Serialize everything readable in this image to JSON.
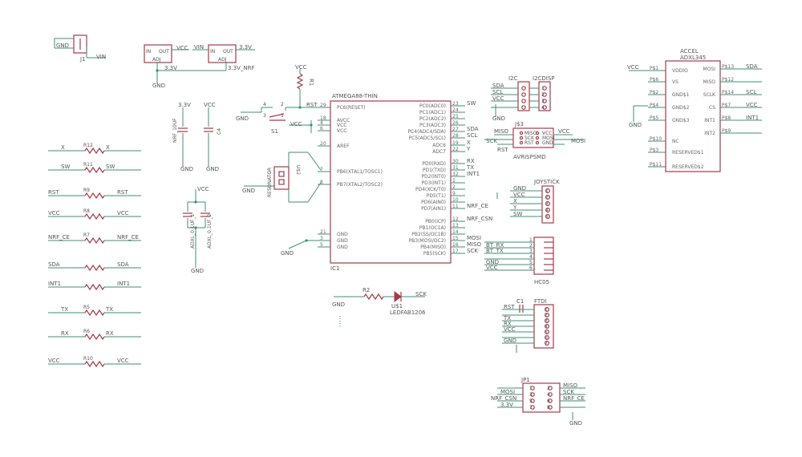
{
  "power": {
    "j1_gnd": "GND",
    "j1_name": "J1",
    "j1_vin": "VIN",
    "reg1_in": "IN",
    "reg1_out": "OUT",
    "reg1_adj": "ADJ",
    "reg1_vin": "VIN",
    "reg1_vcc": "VCC",
    "reg1_33": "3.3V",
    "reg1_gnd": "GND",
    "reg2_in": "IN",
    "reg2_out": "OUT",
    "reg2_adj": "ADJ",
    "reg2_vin": "VIN",
    "reg2_33": "3.3V",
    "reg2_nrf": "3.3V_NRF"
  },
  "caps": {
    "c33": "3.3V",
    "cvcc": "VCC",
    "c1_label": "NRF_10UF",
    "c2_label": "C4",
    "gnd": "GND",
    "adxl_vcc": "VCC",
    "adxl1": "ADXL_0.1UF_1",
    "adxl2": "ADXL_0.1UF_2"
  },
  "resistors": [
    {
      "left": "X",
      "name": "R12",
      "right": "X"
    },
    {
      "left": "SW",
      "name": "R11",
      "right": "SW"
    },
    {
      "left": "RST",
      "name": "R9",
      "right": "RST"
    },
    {
      "left": "VCC",
      "name": "R8",
      "right": "VCC"
    },
    {
      "left": "NRF_CE",
      "name": "R7",
      "right": "NRF_CE"
    },
    {
      "left": "SDA",
      "name": "",
      "right": "SDA"
    },
    {
      "left": "INT1",
      "name": "",
      "right": "INT1"
    },
    {
      "left": "TX",
      "name": "R5",
      "right": "TX"
    },
    {
      "left": "RX",
      "name": "R6",
      "right": "RX"
    },
    {
      "left": "VCC",
      "name": "R10",
      "right": "VCC"
    }
  ],
  "mcu": {
    "name": "ATMEGA88-THIN",
    "ref": "IC1",
    "vcc": "VCC",
    "r1": "R1",
    "rst_net": "RST",
    "s1": "S1",
    "gnd": "GND",
    "vcc_left": "VCC",
    "res_label": "RESONATOR",
    "u1": "U$2",
    "left_pins": [
      {
        "num": "29",
        "name": "PC6(RESET)"
      },
      {
        "num": "18",
        "name": "AVCC"
      },
      {
        "num": "4",
        "name": "VCC"
      },
      {
        "num": "6",
        "name": "VCC"
      },
      {
        "num": "20",
        "name": "AREF"
      },
      {
        "num": "7",
        "name": "PB6(XTAL1/TOSC1)"
      },
      {
        "num": "8",
        "name": "PB7(XTAL2/TOSC2)"
      },
      {
        "num": "21",
        "name": "GND"
      },
      {
        "num": "3",
        "name": "GND"
      },
      {
        "num": "5",
        "name": "GND"
      }
    ],
    "right_pins": [
      {
        "num": "23",
        "name": "PC0(ADC0)",
        "net": "SW"
      },
      {
        "num": "24",
        "name": "PC1(ADC1)",
        "net": ""
      },
      {
        "num": "25",
        "name": "PC2(ADC2)",
        "net": ""
      },
      {
        "num": "26",
        "name": "PC3(ADC3)",
        "net": ""
      },
      {
        "num": "27",
        "name": "PC4(ADC4/SDA)",
        "net": "SDA"
      },
      {
        "num": "28",
        "name": "PC5(ADC5/SCL)",
        "net": "SCL"
      },
      {
        "num": "19",
        "name": "ADC6",
        "net": "X"
      },
      {
        "num": "22",
        "name": "ADC7",
        "net": "Y"
      },
      {
        "num": "30",
        "name": "PD0(RXD)",
        "net": "RX"
      },
      {
        "num": "31",
        "name": "PD1(TXD)",
        "net": "TX"
      },
      {
        "num": "32",
        "name": "PD2(INT0)",
        "net": "INT1"
      },
      {
        "num": "1",
        "name": "PD3(INT1)",
        "net": ""
      },
      {
        "num": "2",
        "name": "PD4(XCK/T0)",
        "net": ""
      },
      {
        "num": "9",
        "name": "PD5(T1)",
        "net": ""
      },
      {
        "num": "10",
        "name": "PD6(AIN0)",
        "net": ""
      },
      {
        "num": "11",
        "name": "PD7(AIN1)",
        "net": "NRF_CE"
      },
      {
        "num": "12",
        "name": "PB0(ICP)",
        "net": "NRF_CSN"
      },
      {
        "num": "13",
        "name": "PB1(OC1A)",
        "net": ""
      },
      {
        "num": "14",
        "name": "PB2(SS/OC1B)",
        "net": ""
      },
      {
        "num": "15",
        "name": "PB3(MOSI/OC2)",
        "net": "MOSI"
      },
      {
        "num": "16",
        "name": "PB4(MISO)",
        "net": "MISO"
      },
      {
        "num": "17",
        "name": "PB5(SCK)",
        "net": "SCK"
      }
    ]
  },
  "led": {
    "r2": "R2",
    "gnd": "GND",
    "name": "U$1",
    "part": "LEDFAB1206",
    "sck": "SCK"
  },
  "i2c": {
    "title": "I2C",
    "sp_title": "I2CDISP",
    "nets": [
      "SDA",
      "SCL",
      "VCC",
      "GND"
    ]
  },
  "isp": {
    "title": "J$3",
    "miso": "MISO",
    "sck": "SCK",
    "rst": "RST",
    "vcc": "VCC",
    "mosi": "MOSI",
    "gnd": "GND",
    "part": "AVRISPSMD",
    "pins": [
      "MISO",
      "SCK",
      "RST",
      "VCC",
      "MOSI",
      "GND"
    ]
  },
  "joystick": {
    "title": "JOYSTICK",
    "nets": [
      "GND",
      "VCC",
      "X",
      "Y",
      "SW"
    ]
  },
  "hc05": {
    "title": "HC05",
    "nets": [
      "",
      "BT_RX",
      "BT_TX",
      "",
      "GND",
      "VCC"
    ]
  },
  "ftdi": {
    "title": "FTDI",
    "c1": "C1",
    "nets": [
      "RST",
      "",
      "TX",
      "RX",
      "VCC",
      "",
      "GND"
    ]
  },
  "jp1": {
    "title": "JP1",
    "left": [
      "",
      "MOSI",
      "NRF_CSN",
      "3.3V"
    ],
    "right": [
      "MISO",
      "SCK",
      "NRF_CE",
      ""
    ],
    "gnd": "GND"
  },
  "accel": {
    "name": "ACCEL",
    "part": "ADXL345",
    "vcc": "VCC",
    "gnd": "GND",
    "left": [
      {
        "pad": "P$1",
        "name": "VDDIO"
      },
      {
        "pad": "P$6",
        "name": "VS"
      },
      {
        "pad": "P$2",
        "name": "GND$1"
      },
      {
        "pad": "P$4",
        "name": "GND$2"
      },
      {
        "pad": "P$5",
        "name": "GND$3"
      },
      {
        "pad": "P$10",
        "name": "NC"
      },
      {
        "pad": "P$3",
        "name": "RESERVED$1"
      },
      {
        "pad": "P$11",
        "name": "RESERVED$2"
      }
    ],
    "right": [
      {
        "pad": "P$13",
        "name": "MOSI",
        "net": "SDA"
      },
      {
        "pad": "P$12",
        "name": "MISO",
        "net": ""
      },
      {
        "pad": "P$14",
        "name": "SCLK",
        "net": "SCL"
      },
      {
        "pad": "P$7",
        "name": "CS",
        "net": "VCC"
      },
      {
        "pad": "P$8",
        "name": "INT1",
        "net": "INT1"
      },
      {
        "pad": "P$9",
        "name": "INT2",
        "net": ""
      }
    ]
  },
  "colors": {
    "wire": "#3e8f76",
    "part": "#a43b4a",
    "text": "#555555"
  }
}
